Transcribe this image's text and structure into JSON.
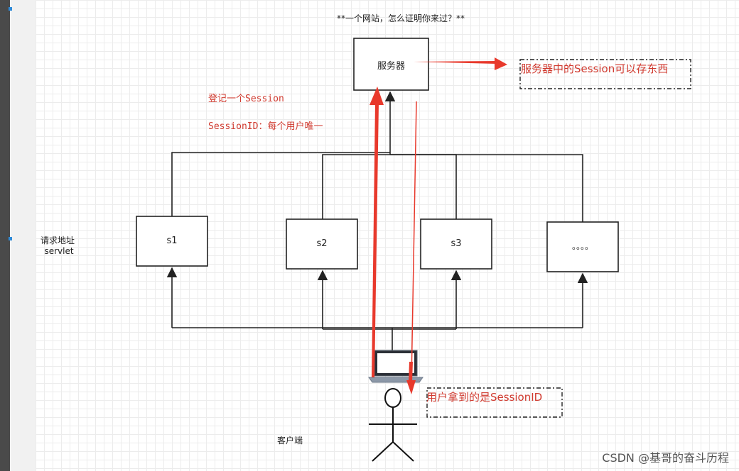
{
  "title": "**一个网站，怎么证明你来过？**",
  "server_label": "服务器",
  "server_note": "服务器中的Session可以存东西",
  "register_note": "登记一个Session",
  "sessionid_note": "SessionID：每个用户唯一",
  "request_label_line1": "请求地址",
  "request_label_line2": "servlet",
  "nodes": {
    "s1": "s1",
    "s2": "s2",
    "s3": "s3",
    "more": "。。。。"
  },
  "client_label": "客户端",
  "user_note": "用户拿到的是SessionID",
  "watermark": "CSDN @基哥的奋斗历程",
  "colors": {
    "red": "#e8392c",
    "line": "#222222",
    "grid": "#ececec"
  }
}
